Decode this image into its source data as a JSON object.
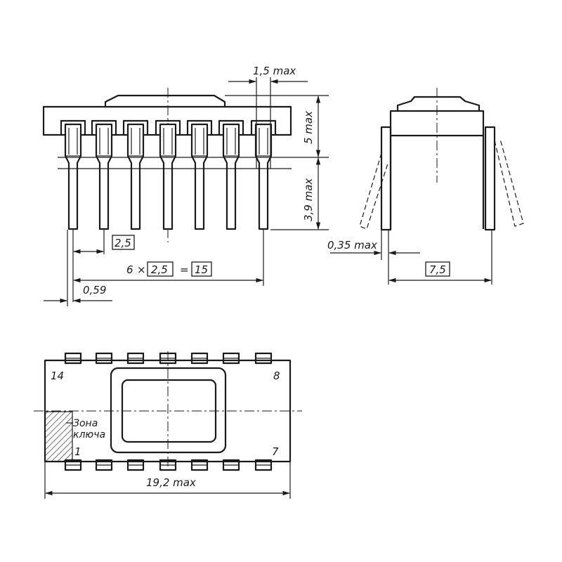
{
  "dimensions": {
    "lead_width_max": "1,5 max",
    "body_height_max": "5 max",
    "lead_length_max": "3,9 max",
    "pitch": "2,5",
    "span_count": "6",
    "span_times": "×",
    "span_pitch": "2,5",
    "span_equals": "=",
    "span_total": "15",
    "lead_thickness": "0,59",
    "lead_thickness_side": "0,35 max",
    "row_spacing": "7,5",
    "overall_length_max": "19,2 max"
  },
  "top_view": {
    "pin_14": "14",
    "pin_8": "8",
    "pin_1": "1",
    "pin_7": "7",
    "key_zone_line1": "Зона",
    "key_zone_line2": "ключа"
  }
}
